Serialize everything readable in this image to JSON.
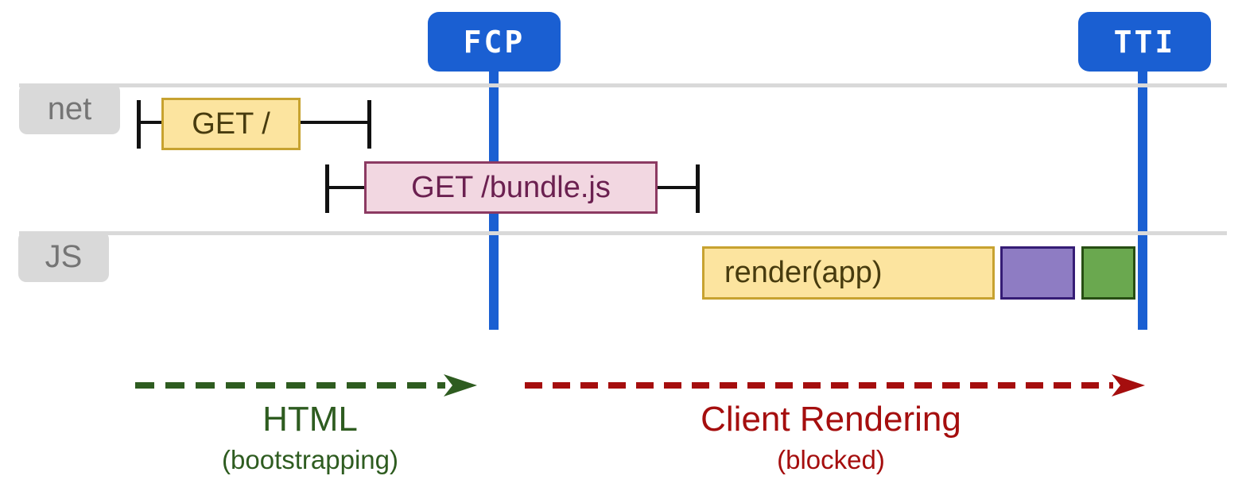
{
  "markers": {
    "fcp": "FCP",
    "tti": "TTI"
  },
  "lanes": {
    "net": "net",
    "js": "JS"
  },
  "bars": {
    "get_root": "GET /",
    "get_bundle": "GET /bundle.js",
    "render_app": "render(app)"
  },
  "phases": {
    "html": {
      "label": "HTML",
      "sublabel": "(bootstrapping)"
    },
    "client_rendering": {
      "label": "Client Rendering",
      "sublabel": "(blocked)"
    }
  },
  "colors": {
    "marker_blue": "#1a5fd2",
    "lane_gray": "#d9d9d9",
    "lane_text_gray": "#757575",
    "bar_yellow_fill": "#fce49f",
    "bar_yellow_border": "#c7a230",
    "bar_pink_fill": "#f2d7e1",
    "bar_pink_border": "#8c3a62",
    "block_purple_fill": "#8e7cc3",
    "block_purple_border": "#351c75",
    "block_green_fill": "#6aa84f",
    "block_green_border": "#274e13",
    "phase_green": "#2e5c20",
    "phase_red": "#a50e0e",
    "whisker_black": "#111111"
  }
}
